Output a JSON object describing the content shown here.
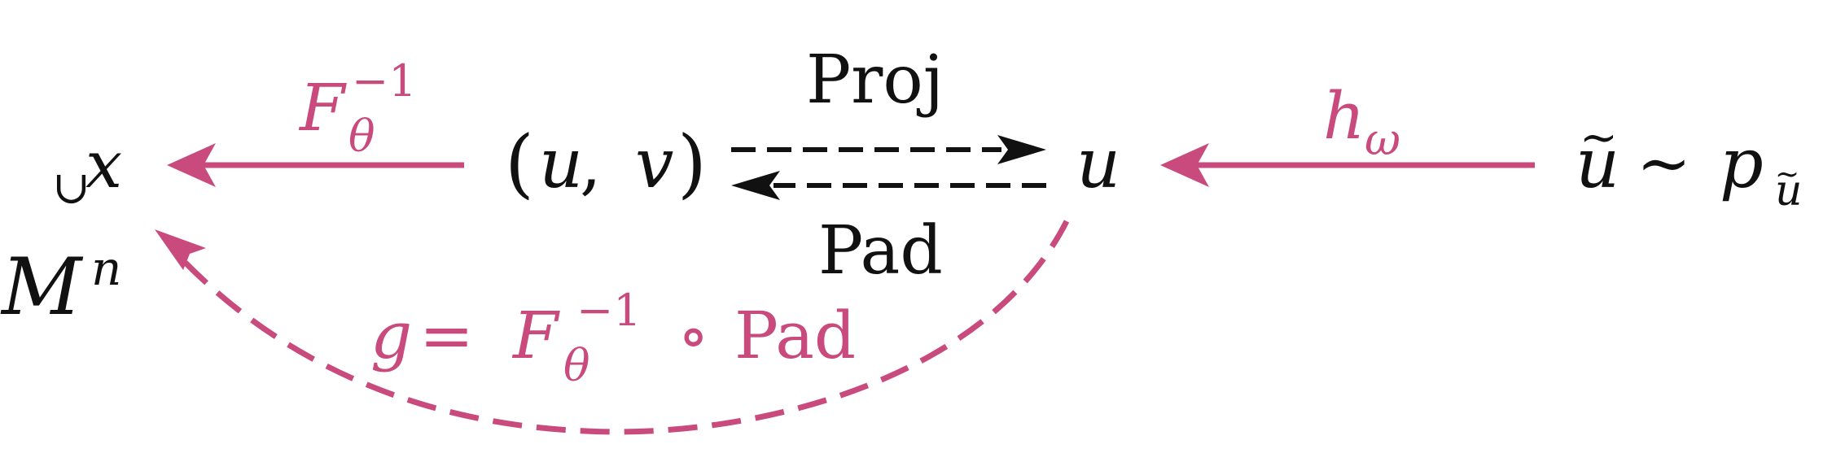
{
  "colors": {
    "accent": "#c94a7c",
    "ink": "#111111"
  },
  "nodes": {
    "x": "x",
    "uv_open": "(",
    "uv_u": "u",
    "uv_comma": ", ",
    "uv_v": "v",
    "uv_close": ")",
    "u": "u",
    "utilde_u": "u",
    "utilde_tilde": "~",
    "sim": "∼",
    "p": "p",
    "p_sub_u": "u",
    "p_sub_tilde": "~"
  },
  "subset": {
    "symbol": "⊂",
    "manifold_letter": "M",
    "manifold_sup": "n"
  },
  "edges": {
    "finv": {
      "base": "F",
      "sub": "θ",
      "sup": "−1"
    },
    "proj": "Proj",
    "pad": "Pad",
    "h": {
      "base": "h",
      "sub": "ω"
    },
    "g": {
      "lhs": "g",
      "eq": " = ",
      "F": "F",
      "sub": "θ",
      "sup": "−1",
      "circ": " ∘ ",
      "pad": "Pad"
    }
  }
}
